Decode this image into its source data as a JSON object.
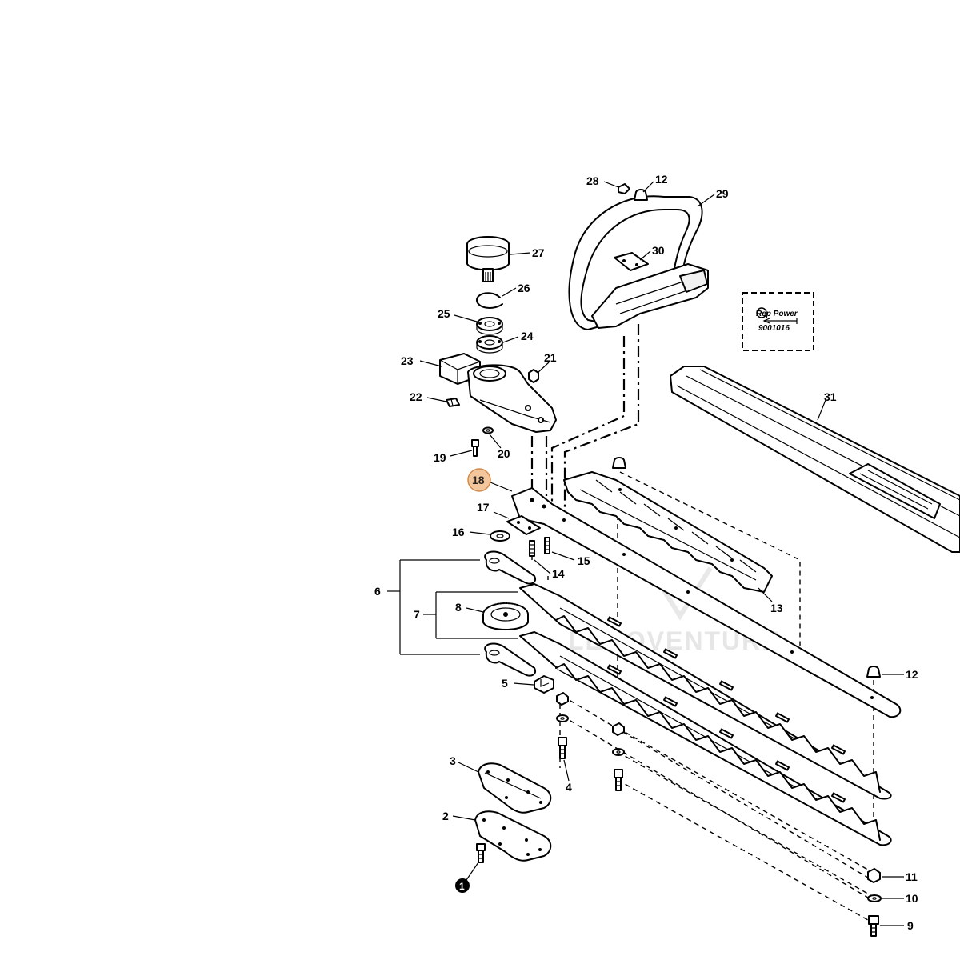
{
  "diagram": {
    "watermark": "LEGOVENTURE",
    "highlight_color": "#f3c69c",
    "highlight_stroke": "#d48a4a",
    "labels": {
      "l1": "1",
      "l2": "2",
      "l3": "3",
      "l4": "4",
      "l5": "5",
      "l6": "6",
      "l7": "7",
      "l8": "8",
      "l9": "9",
      "l10": "10",
      "l11": "11",
      "l12a": "12",
      "l12b": "12",
      "l13": "13",
      "l14": "14",
      "l15": "15",
      "l16": "16",
      "l17": "17",
      "l18": "18",
      "l19": "19",
      "l20": "20",
      "l21": "21",
      "l22": "22",
      "l23": "23",
      "l24": "24",
      "l25": "25",
      "l26": "26",
      "l27": "27",
      "l28": "28",
      "l29": "29",
      "l30": "30",
      "l31": "31"
    },
    "repower_box": {
      "brand": "Rep Power",
      "code": "9001016"
    }
  }
}
